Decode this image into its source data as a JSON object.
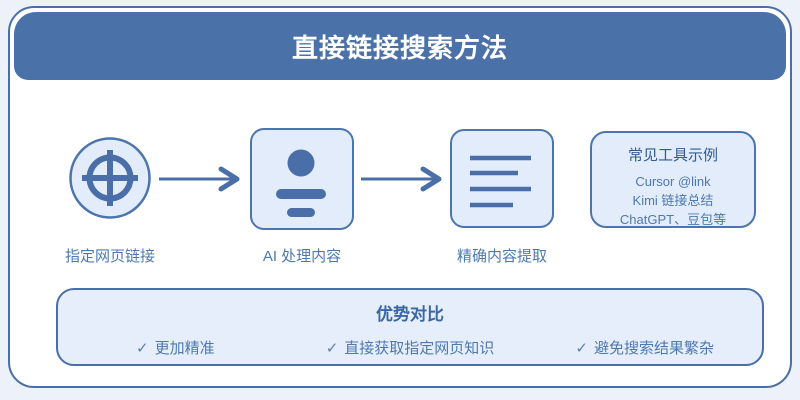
{
  "colors": {
    "page_bg": "#edf1f9",
    "card_bg": "#ffffff",
    "header_bg": "#4b72a8",
    "border_blue": "#4a6fa8",
    "node_fill": "#e3ecfb",
    "node_border": "#4c74ad",
    "icon_blue": "#4a6fa8",
    "label_text": "#4d79b0",
    "panel_title_text": "#2e5c95",
    "advantages_title_text": "#3a68a5",
    "header_text": "#ffffff"
  },
  "header": {
    "title": "直接链接搜索方法"
  },
  "flow": {
    "steps": [
      {
        "icon": "globe-link-icon",
        "label": "指定网页链接"
      },
      {
        "icon": "ai-profile-icon",
        "label": "AI 处理内容"
      },
      {
        "icon": "document-lines-icon",
        "label": "精确内容提取"
      }
    ]
  },
  "tools_panel": {
    "title": "常见工具示例",
    "items": [
      "Cursor @link",
      "Kimi 链接总结",
      "ChatGPT、豆包等"
    ]
  },
  "advantages_panel": {
    "title": "优势对比",
    "check_mark": "✓",
    "items": [
      "更加精准",
      "直接获取指定网页知识",
      "避免搜索结果繁杂"
    ]
  }
}
